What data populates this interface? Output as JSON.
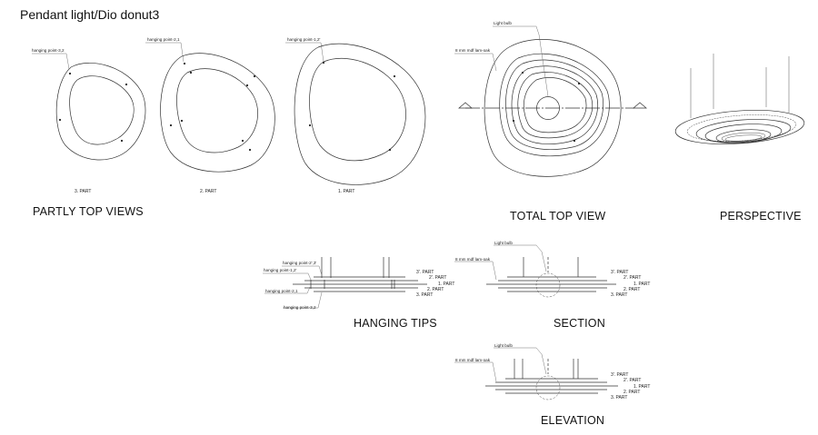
{
  "drawing": {
    "title": "Pendant light/Dio donut3",
    "colors": {
      "line": "#333333",
      "text": "#111111",
      "background": "#ffffff"
    }
  },
  "partly_top_views": {
    "title": "PARTLY TOP VIEWS",
    "parts": [
      {
        "label": "3. PART",
        "callout": "hanging point-3,2"
      },
      {
        "label": "2. PART",
        "callout": "hanging point-2,1"
      },
      {
        "label": "1. PART",
        "callout": "hanging point-1,2'"
      }
    ]
  },
  "total_top_view": {
    "title": "TOTAL TOP VIEW",
    "callouts": {
      "bulb": "Light bulb",
      "material": "8 mm mdf lam-oak"
    },
    "section_marker": "triangle-section-marker"
  },
  "perspective": {
    "title": "PERSPECTIVE"
  },
  "hanging_tips": {
    "title": "HANGING TIPS",
    "callouts": [
      "hanging point-2',3'",
      "hanging point-1,2'",
      "hanging point-2,1",
      "hanging point-3,2"
    ],
    "part_labels": [
      "3'. PART",
      "2'. PART",
      "1. PART",
      "2. PART",
      "3. PART"
    ]
  },
  "section": {
    "title": "SECTION",
    "callouts": {
      "bulb": "Light bulb",
      "material": "8 mm mdf lam-oak"
    },
    "part_labels": [
      "3'. PART",
      "2'. PART",
      "1. PART",
      "2. PART",
      "3. PART"
    ]
  },
  "elevation": {
    "title": "ELEVATION",
    "callouts": {
      "bulb": "Light bulb",
      "material": "8 mm mdf lam-oak"
    },
    "part_labels": [
      "3'. PART",
      "2'. PART",
      "1. PART",
      "2. PART",
      "3. PART"
    ]
  }
}
